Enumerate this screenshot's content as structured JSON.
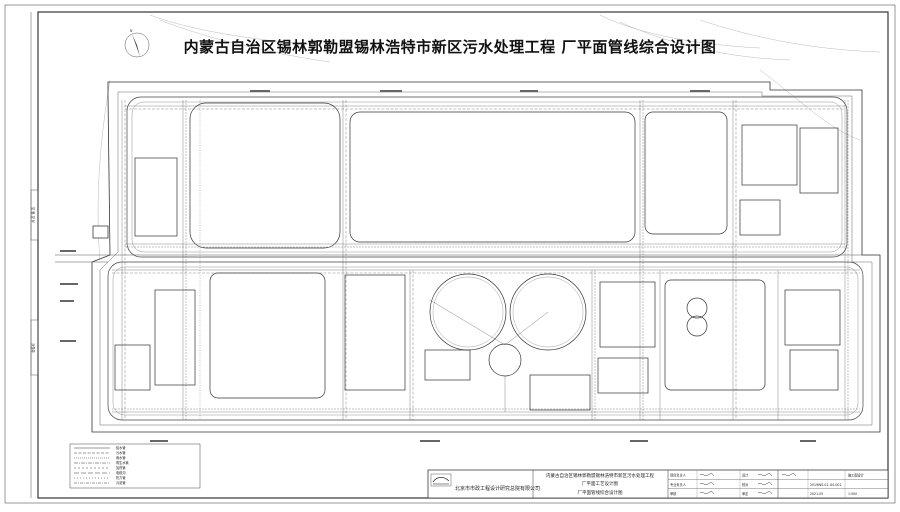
{
  "drawing": {
    "title": "内蒙古自治区锡林郭勒盟锡林浩特市新区污水处理工程    厂平面管线综合设计图"
  },
  "title_block": {
    "designer_org": "北京市市政工程设计研究总院有限公司",
    "project_line1": "内蒙古自治区锡林郭勒盟锡林浩特市新区污水处理工程",
    "project_line2": "厂平面工艺设计图",
    "drawing_name": "厂平面管线综合设计图",
    "role_labels": [
      "项目负责人",
      "专业负责人",
      "审核"
    ],
    "role_labels2": [
      "设计",
      "校对",
      "审定"
    ],
    "stage": "施工图设计",
    "drawing_no": "2019WS-01-GS-001",
    "date": "2021.05",
    "scale": "1:500"
  },
  "side_labels": {
    "left_top": "共 页 第 页",
    "left_bottom": "会签栏"
  },
  "compass": {
    "label": "N"
  },
  "legend": {
    "rows": [
      "给水管",
      "污水管",
      "雨水管",
      "再生水管",
      "加药管",
      "电缆沟",
      "热力管",
      "污泥管"
    ]
  },
  "colors": {
    "line": "#333333",
    "thin": "#6a6a6a",
    "faint": "#b8b8b8",
    "road": "#444444"
  }
}
